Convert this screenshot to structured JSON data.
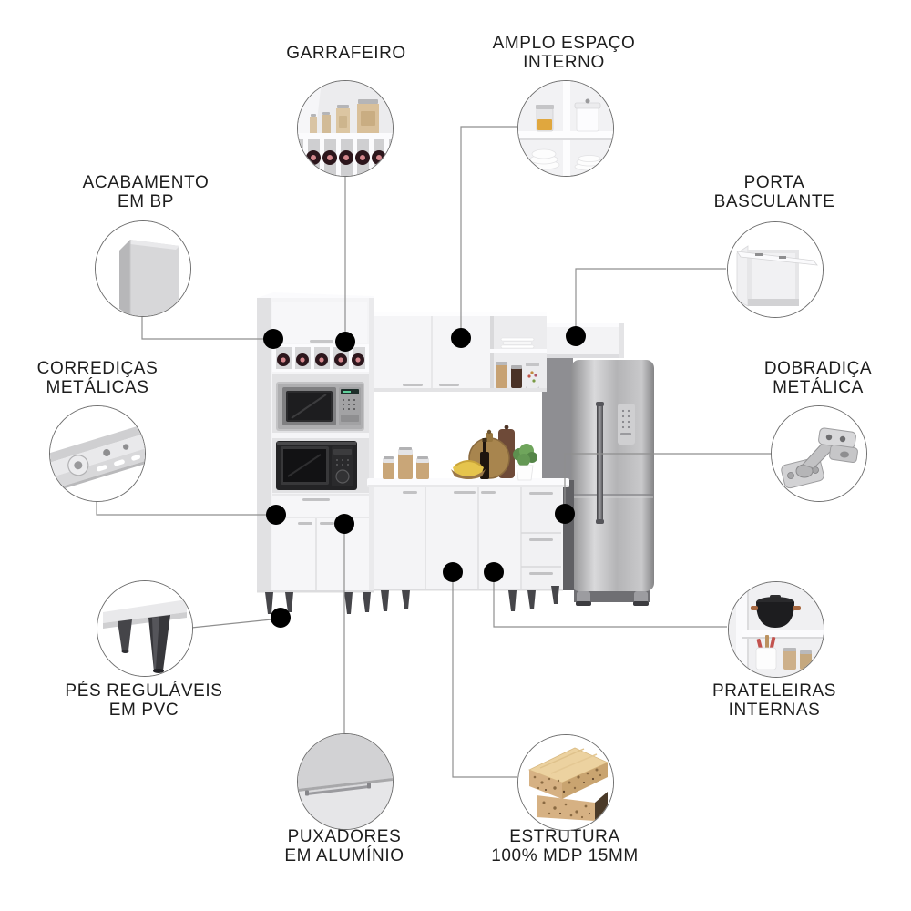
{
  "page": {
    "background": "#ffffff",
    "line_color": "#8f8f8f",
    "dot_color": "#000000",
    "text_color": "#1d1d1d"
  },
  "product": {
    "name": "kitchen-cabinet-set-with-fridge"
  },
  "callouts": [
    {
      "id": "garrafeiro",
      "line1": "GARRAFEIRO",
      "line2": "",
      "icon": "bottle-rack-photo"
    },
    {
      "id": "amplo-espaco",
      "line1": "AMPLO ESPAÇO",
      "line2": "INTERNO",
      "icon": "open-shelves-photo"
    },
    {
      "id": "acabamento",
      "line1": "ACABAMENTO",
      "line2": "EM BP",
      "icon": "bp-finish-panel-photo"
    },
    {
      "id": "porta-basculante",
      "line1": "PORTA",
      "line2": "BASCULANTE",
      "icon": "flip-up-door-photo"
    },
    {
      "id": "corredicas",
      "line1": "CORREDIÇAS",
      "line2": "METÁLICAS",
      "icon": "metal-drawer-slide-photo"
    },
    {
      "id": "dobradica",
      "line1": "DOBRADIÇA",
      "line2": "METÁLICA",
      "icon": "metal-hinge-photo"
    },
    {
      "id": "pes",
      "line1": "PÉS REGULÁVEIS",
      "line2": "EM PVC",
      "icon": "pvc-adjustable-feet-photo"
    },
    {
      "id": "prateleiras",
      "line1": "PRATELEIRAS",
      "line2": "INTERNAS",
      "icon": "internal-shelves-photo"
    },
    {
      "id": "puxadores",
      "line1": "PUXADORES",
      "line2": "EM ALUMÍNIO",
      "icon": "aluminum-handle-photo"
    },
    {
      "id": "estrutura",
      "line1": "ESTRUTURA",
      "line2": "100% MDP 15MM",
      "icon": "mdp-board-photo"
    }
  ]
}
